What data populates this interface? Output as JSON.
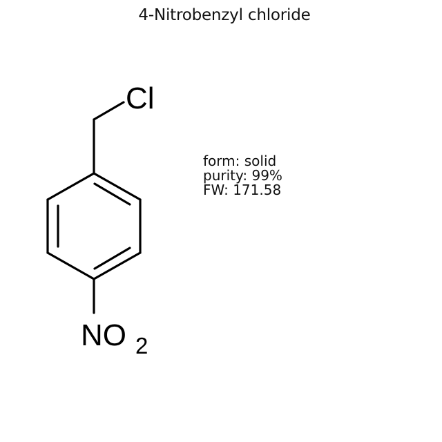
{
  "title": "4-Nitrobenzyl chloride",
  "structure": {
    "atoms": {
      "chlorine": "Cl",
      "nitro": "NO",
      "nitro_subscript": "2"
    },
    "bond_color": "#000000"
  },
  "properties": {
    "form": "form: solid",
    "purity": "purity: 99%",
    "fw": "FW: 171.58"
  }
}
